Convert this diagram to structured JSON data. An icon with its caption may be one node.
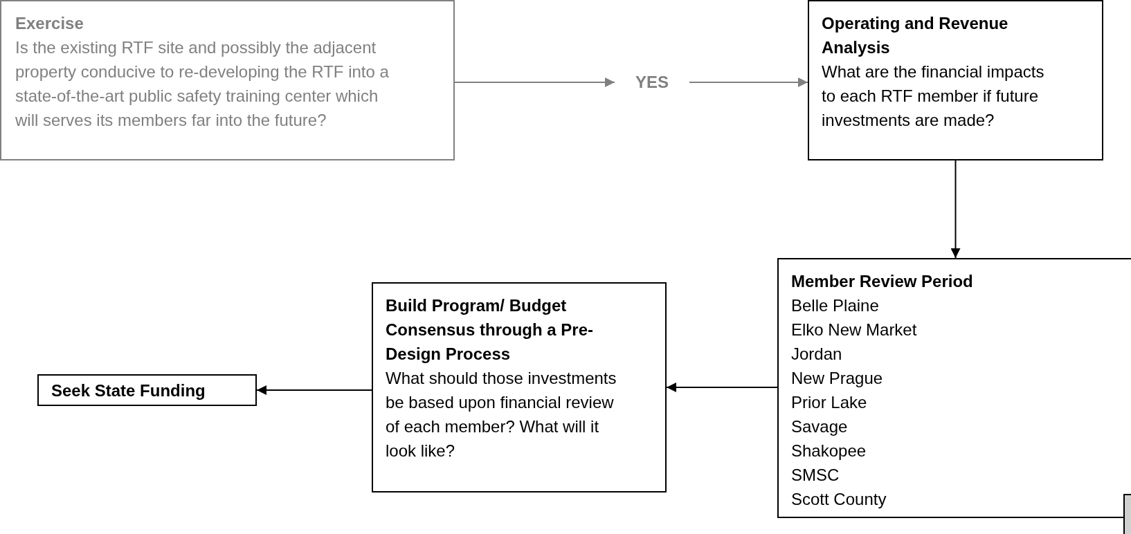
{
  "diagram": {
    "nodes": [
      {
        "text": [
          "Exercise",
          "Is the existing RTF site and possibly the adjacent property conducive to re-developing the RTF into a state-of-the-art public safety training center which will serves its members far into the future?"
        ]
      },
      {
        "text": [
          "YES"
        ]
      },
      {
        "text": [
          "Operating and Revenue Analysis",
          "What are the financial impacts to each RTF member if future investments are made?"
        ]
      },
      {
        "text": [
          "Member Review Period",
          "Belle Plaine",
          "Elko New Market",
          "Jordan",
          "New Prague",
          "Prior Lake",
          "Savage",
          "Shakopee",
          "SMSC",
          "Scott County"
        ]
      },
      {
        "text": [
          "Build Program/ Budget Consensus through a Pre-Design Process",
          "What should those investments be based upon financial review of each member? What will it look like?"
        ]
      },
      {
        "text": [
          "Seek State Funding"
        ]
      },
      {
        "text": [],
        "shape": "box"
      }
    ],
    "edges": [
      {
        "from": 0,
        "to": 1,
        "arrow": "to",
        "color": "#808080"
      },
      {
        "from": 1,
        "to": 2,
        "arrow": "to",
        "color": "#808080"
      },
      {
        "from": 2,
        "to": 3,
        "arrow": "to"
      },
      {
        "from": 3,
        "to": 4,
        "arrow": "to"
      },
      {
        "from": 4,
        "to": 5,
        "arrow": "to"
      }
    ]
  }
}
